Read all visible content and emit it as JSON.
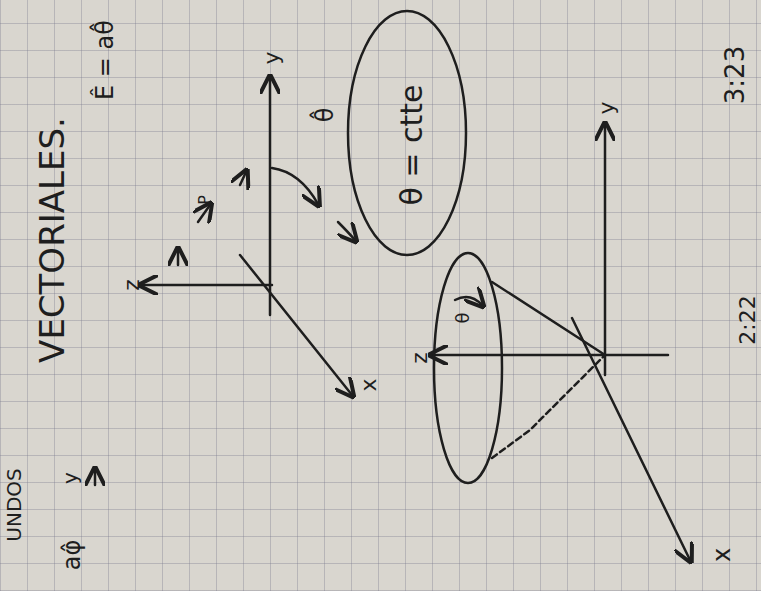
{
  "diagram": {
    "nodes": [
      {
        "text": [
          "θ = ctte"
        ]
      }
    ],
    "labels": [
      "UNDOS",
      "VECTORIALES.",
      "Ê = aθ̂",
      "aφ̂",
      "y",
      "z",
      "y",
      "x",
      "θ̂",
      "P",
      "z",
      "y",
      "x",
      "θ",
      "3:23",
      "2:22"
    ]
  }
}
